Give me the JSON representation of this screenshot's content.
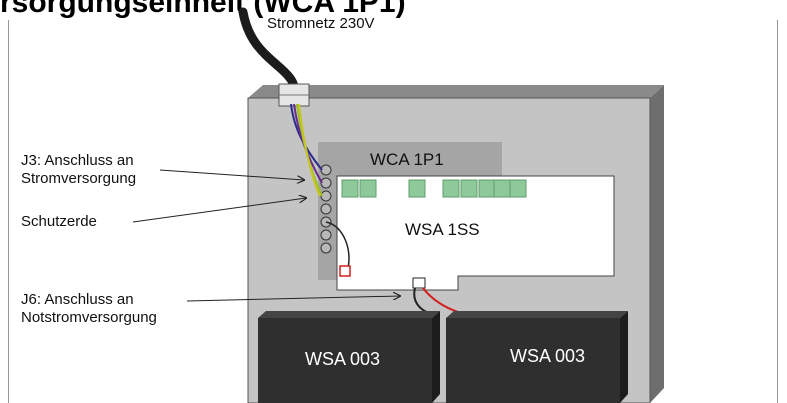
{
  "heading": "rsorgungseinheit (WCA 1P1)",
  "labels": {
    "mains": "Stromnetz 230V",
    "j3_line1": "J3: Anschluss an",
    "j3_line2": "Stromversorgung",
    "earth": "Schutzerde",
    "j6_line1": "J6: Anschluss an",
    "j6_line2": "Notstromversorgung",
    "wca": "WCA 1P1",
    "wsa1ss": "WSA 1SS",
    "battery_left": "WSA 003",
    "battery_right": "WSA 003"
  },
  "colors": {
    "cabinet": "#c4c4c4",
    "cabinet_shadow": "#6e6e6e",
    "wca_board": "#a5a5a5",
    "wsa_board": "#ffffff",
    "relay_green": "#8ec99a",
    "battery": "#2f2f2f",
    "wire_red": "#d21f1f"
  }
}
